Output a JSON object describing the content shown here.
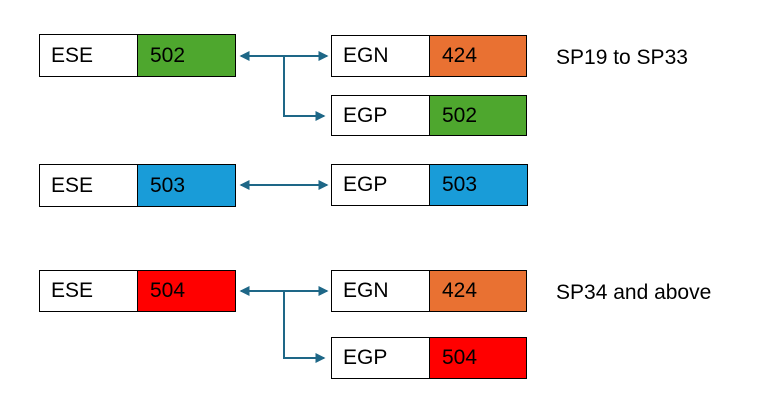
{
  "colors": {
    "green": "#4EA72E",
    "orange": "#E97132",
    "blue": "#199CD8",
    "red": "#FF0000",
    "connector": "#1E6787",
    "border": "#000000",
    "background": "#FFFFFF"
  },
  "groups": [
    {
      "annotation": "SP19 to SP33",
      "boxes": [
        {
          "label": "ESE",
          "value": "502",
          "value_color": "#4EA72E"
        },
        {
          "label": "EGN",
          "value": "424",
          "value_color": "#E97132"
        },
        {
          "label": "EGP",
          "value": "502",
          "value_color": "#4EA72E"
        }
      ]
    },
    {
      "annotation": "",
      "boxes": [
        {
          "label": "ESE",
          "value": "503",
          "value_color": "#199CD8"
        },
        {
          "label": "EGP",
          "value": "503",
          "value_color": "#199CD8"
        }
      ]
    },
    {
      "annotation": "SP34 and above",
      "boxes": [
        {
          "label": "ESE",
          "value": "504",
          "value_color": "#FF0000"
        },
        {
          "label": "EGN",
          "value": "424",
          "value_color": "#E97132"
        },
        {
          "label": "EGP",
          "value": "504",
          "value_color": "#FF0000"
        }
      ]
    }
  ]
}
